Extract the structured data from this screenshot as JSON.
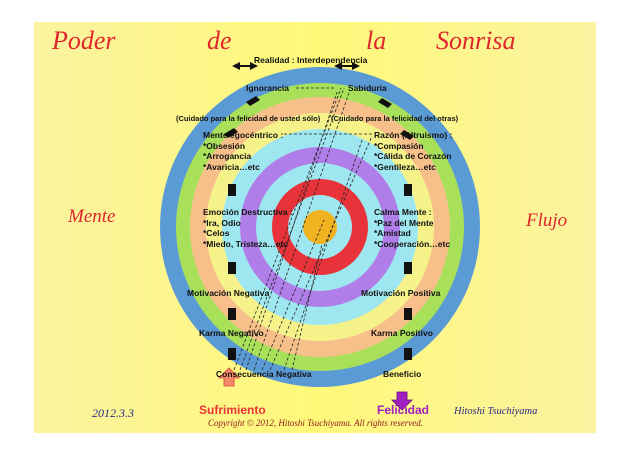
{
  "title": {
    "word1": "Poder",
    "word2": "de",
    "word3": "la",
    "word4": "Sonrisa"
  },
  "side": {
    "left": "Mente",
    "right": "Flujo"
  },
  "rings": {
    "top": "Realidad : Interdependencia",
    "ignorancia": "Ignorancia",
    "sabiduria": "Sabiduría",
    "cuidado_left": "(Cuidado para la felicidad de usted sólo)",
    "cuidado_right": "(Cuidado para la felicidad del otras)",
    "motiv_neg": "Motivación Negativa",
    "motiv_pos": "Motivación Positiva",
    "karma_neg": "Karma Negativo",
    "karma_pos": "Karma Positivo",
    "conseq_neg": "Consecuencia Negativa",
    "beneficio": "Beneficio"
  },
  "blocks": {
    "mente_ego": [
      "Mente egocéntrico :",
      "*Obsesión",
      "*Arrogancia",
      "*Avaricia…etc"
    ],
    "razon": [
      "Razón (Altruismo) :",
      "*Compasión",
      "*Cálida de Corazón",
      "*Gentileza…etc"
    ],
    "emocion": [
      "Emoción Destructiva :",
      "*Ira, Odio",
      "*Celos",
      "*Miedo, Tristeza…etc"
    ],
    "calma": [
      "Calma Mente :",
      "*Paz del Mente",
      "*Amistad",
      "*Cooperación…etc"
    ]
  },
  "bottom": {
    "sufrimiento": "Sufrimiento",
    "felicidad": "Felicidad"
  },
  "footer": {
    "date": "2012.3.3",
    "author": "Hitoshi Tsuchiyama",
    "copyright": "Copyright © 2012, Hitoshi Tsuchiyama. All rights reserved."
  },
  "colors": {
    "ring_blue": "#5b9bd5",
    "ring_green": "#a8e05a",
    "ring_peach": "#f7c08a",
    "ring_yellow": "#f6f28a",
    "ring_cyan": "#9fe7f0",
    "ring_purple": "#b07ee8",
    "ring_red": "#e8333a",
    "center": "#f0b21e",
    "title": "#e0262d",
    "sufrimiento": "#e8333a",
    "felicidad": "#a020c0"
  }
}
